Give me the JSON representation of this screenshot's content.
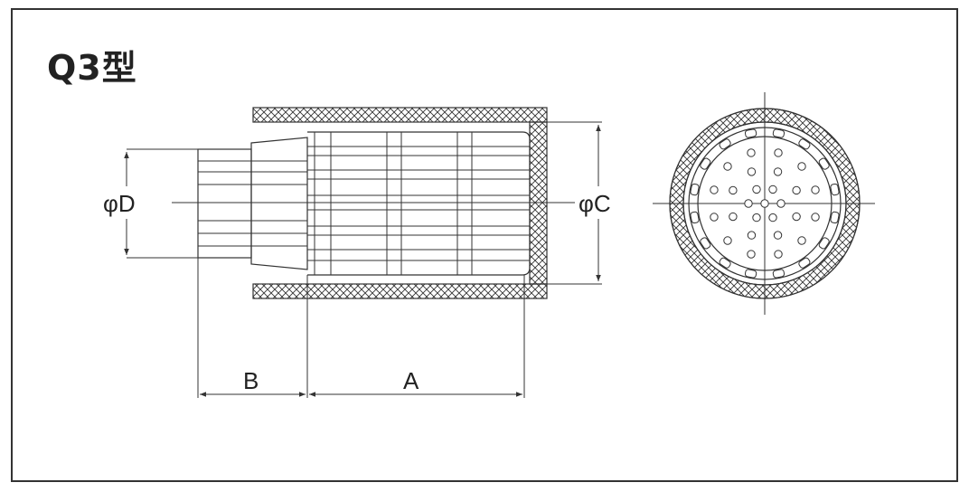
{
  "title": "Q3型",
  "labels": {
    "diameter_d": "φD",
    "diameter_c": "φC",
    "length_b": "B",
    "length_a": "A"
  },
  "colors": {
    "line": "#333333",
    "hatch": "#333333",
    "background": "#ffffff"
  }
}
